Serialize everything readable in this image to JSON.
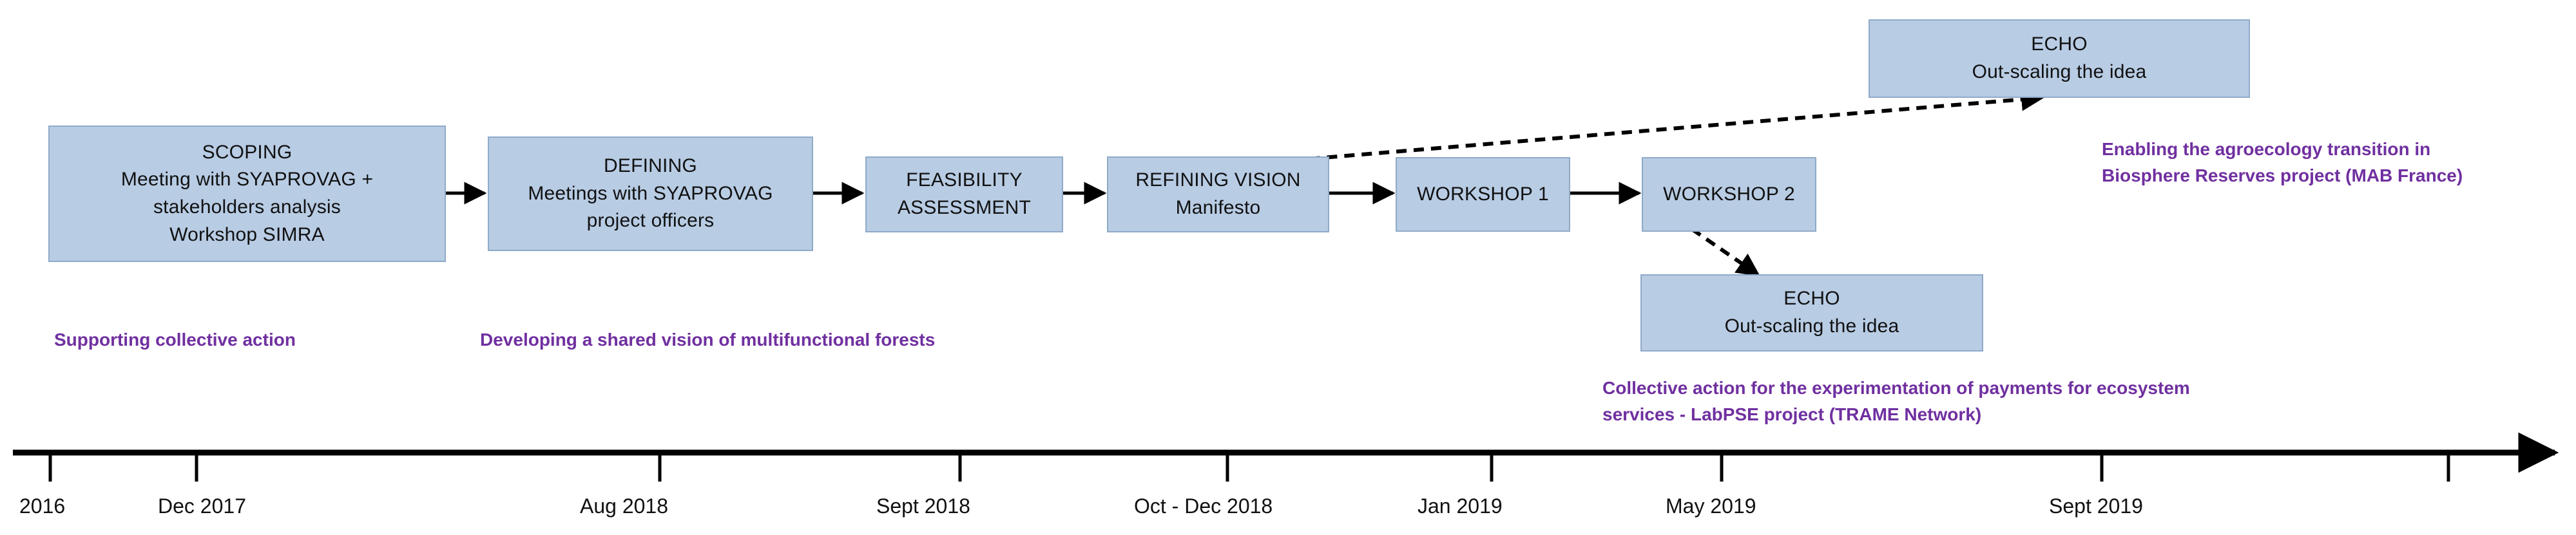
{
  "diagram": {
    "title": "Innovation process timeline",
    "colors": {
      "box_fill": "#b8cce4",
      "box_border": "#8faac8",
      "caption_purple": "#7030a0",
      "line_black": "#000000",
      "background": "#ffffff"
    }
  },
  "boxes": [
    {
      "id": "scoping",
      "lines": [
        "SCOPING",
        "Meeting with SYAPROVAG +",
        "stakeholders analysis",
        "Workshop SIMRA"
      ]
    },
    {
      "id": "defining",
      "lines": [
        "DEFINING",
        "Meetings with SYAPROVAG",
        "project officers"
      ]
    },
    {
      "id": "feasibility",
      "lines": [
        "FEASIBILITY",
        "ASSESSMENT"
      ]
    },
    {
      "id": "refining-vision",
      "lines": [
        "REFINING VISION",
        "Manifesto"
      ]
    },
    {
      "id": "workshop-1",
      "lines": [
        "WORKSHOP 1"
      ]
    },
    {
      "id": "workshop-2",
      "lines": [
        "WORKSHOP 2"
      ]
    },
    {
      "id": "echo-top",
      "lines": [
        "ECHO",
        "Out-scaling the idea"
      ]
    },
    {
      "id": "echo-bottom",
      "lines": [
        "ECHO",
        "Out-scaling the idea"
      ]
    }
  ],
  "captions": {
    "supporting": "Supporting collective action",
    "developing": "Developing a shared vision of multifunctional forests",
    "enabling_l1": "Enabling the agroecology transition in",
    "enabling_l2": "Biosphere Reserves project (MAB France)",
    "collective_l1": "Collective action for the experimentation of payments for ecosystem",
    "collective_l2": "services - LabPSE project (TRAME Network)"
  },
  "timeline": {
    "ticks": [
      {
        "label": "2016"
      },
      {
        "label": "Dec 2017"
      },
      {
        "label": "Aug 2018"
      },
      {
        "label": "Sept 2018"
      },
      {
        "label": "Oct - Dec 2018"
      },
      {
        "label": "Jan 2019"
      },
      {
        "label": "May 2019"
      },
      {
        "label": "Sept 2019"
      },
      {
        "label": ""
      }
    ]
  },
  "connectors": {
    "solid_count": 5,
    "dashed_count": 2
  }
}
